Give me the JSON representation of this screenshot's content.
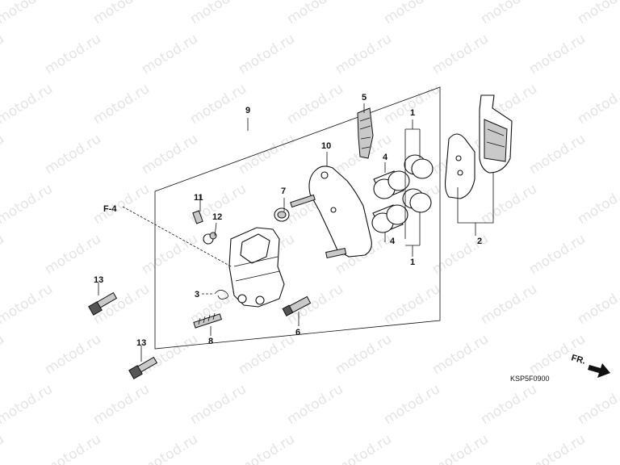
{
  "diagram": {
    "watermark": "motod.ru",
    "callouts": {
      "c1_top": "1",
      "c1_bottom": "1",
      "c2": "2",
      "c3": "3",
      "c4_top": "4",
      "c4_bottom": "4",
      "c5": "5",
      "c6": "6",
      "c7": "7",
      "c8": "8",
      "c9": "9",
      "c10": "10",
      "c11": "11",
      "c12": "12",
      "c13_top": "13",
      "c13_bottom": "13"
    },
    "reference_label": "F-4",
    "direction_label": "FR.",
    "drawing_code": "KSP5F0900"
  }
}
